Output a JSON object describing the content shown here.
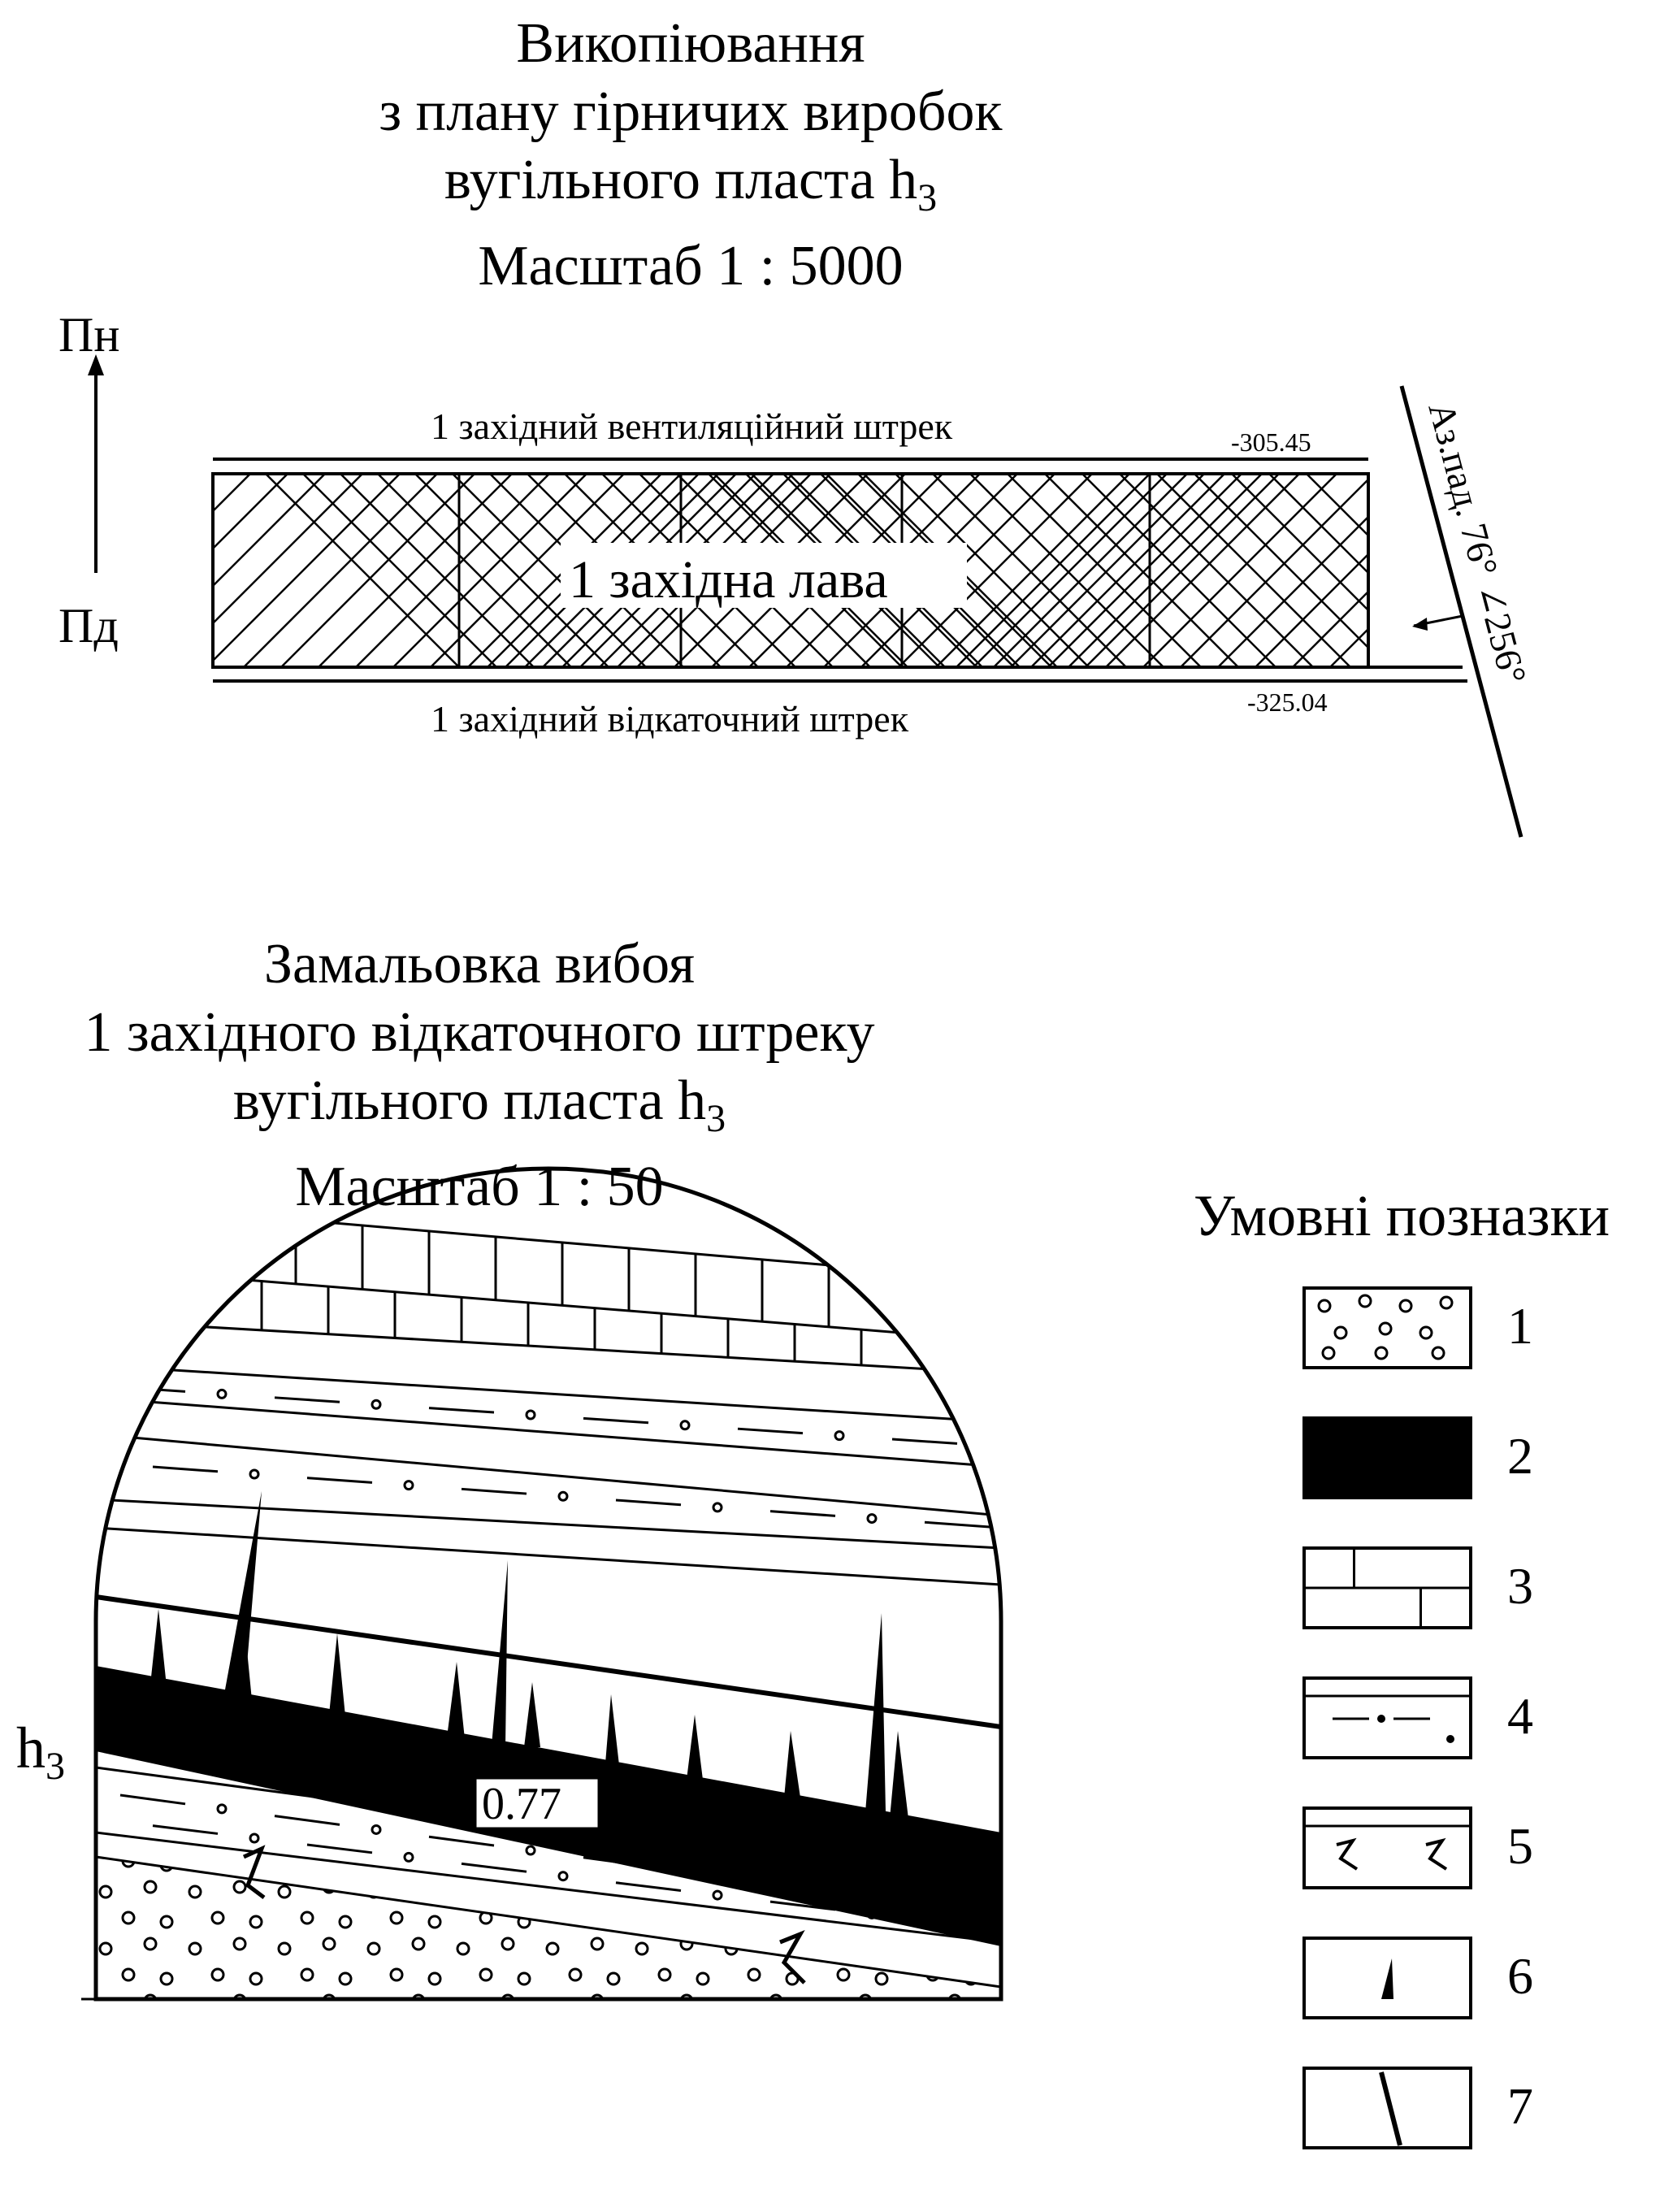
{
  "plan": {
    "title_line1": "Викопіювання",
    "title_line2": "з плану гірничих виробок",
    "title_line3": "вугільного пласта h",
    "title_sub": "3",
    "title_line4": "Масштаб 1 : 5000",
    "north_label": "Пн",
    "south_label": "Пд",
    "ventilation_drift": "1 західний вентиляційний штрек",
    "ventilation_elevation": "-305.45",
    "longwall": "1 західна лава",
    "haulage_drift": "1 західний відкаточний штрек",
    "haulage_elevation": "-325.04",
    "dip_label": "Аз.пад. 76° ∠256°"
  },
  "face": {
    "title_line1": "Замальовка вибоя",
    "title_line2": "1 західного відкаточного штреку",
    "title_line3": "вугільного пласта h",
    "title_sub": "3",
    "title_line4": "Масштаб 1 : 50",
    "seam_label": "h",
    "seam_sub": "3",
    "thickness": "0.77"
  },
  "legend": {
    "title": "Умовні позназки",
    "items": [
      "1",
      "2",
      "3",
      "4",
      "5",
      "6",
      "7"
    ]
  }
}
